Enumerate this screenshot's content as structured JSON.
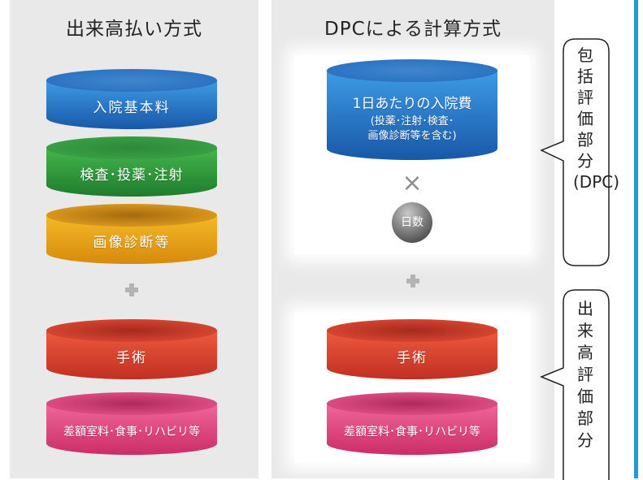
{
  "left": {
    "title": "出来高払い方式",
    "items": [
      {
        "label": "入院基本料",
        "color": "blue"
      },
      {
        "label": "検査･投薬･注射",
        "color": "green"
      },
      {
        "label": "画像診断等",
        "color": "orange"
      },
      {
        "label": "手術",
        "color": "red"
      },
      {
        "label": "差額室料･食事･リハビリ等",
        "color": "pink"
      }
    ],
    "plus": "+"
  },
  "right": {
    "title": "DPCによる計算方式",
    "main_item": {
      "label": "1日あたりの入院費",
      "sub_line1": "(投薬･注射･検査･",
      "sub_line2": "画像診断等を含む)",
      "color": "blue"
    },
    "times": "×",
    "days": "日数",
    "plus": "+",
    "items": [
      {
        "label": "手術",
        "color": "red"
      },
      {
        "label": "差額室料･食事･リハビリ等",
        "color": "pink"
      }
    ]
  },
  "bubbles": {
    "dpc_label": "包括評価部分(DPC)",
    "fee_label": "出来高評価部分"
  },
  "colors": {
    "panel": "#e9e9ea",
    "accent_edge": "#1f9ad6",
    "blue": "#1f74c4",
    "green": "#2f9a3d",
    "orange": "#e3a114",
    "red": "#d8402d",
    "pink": "#e0457c"
  }
}
